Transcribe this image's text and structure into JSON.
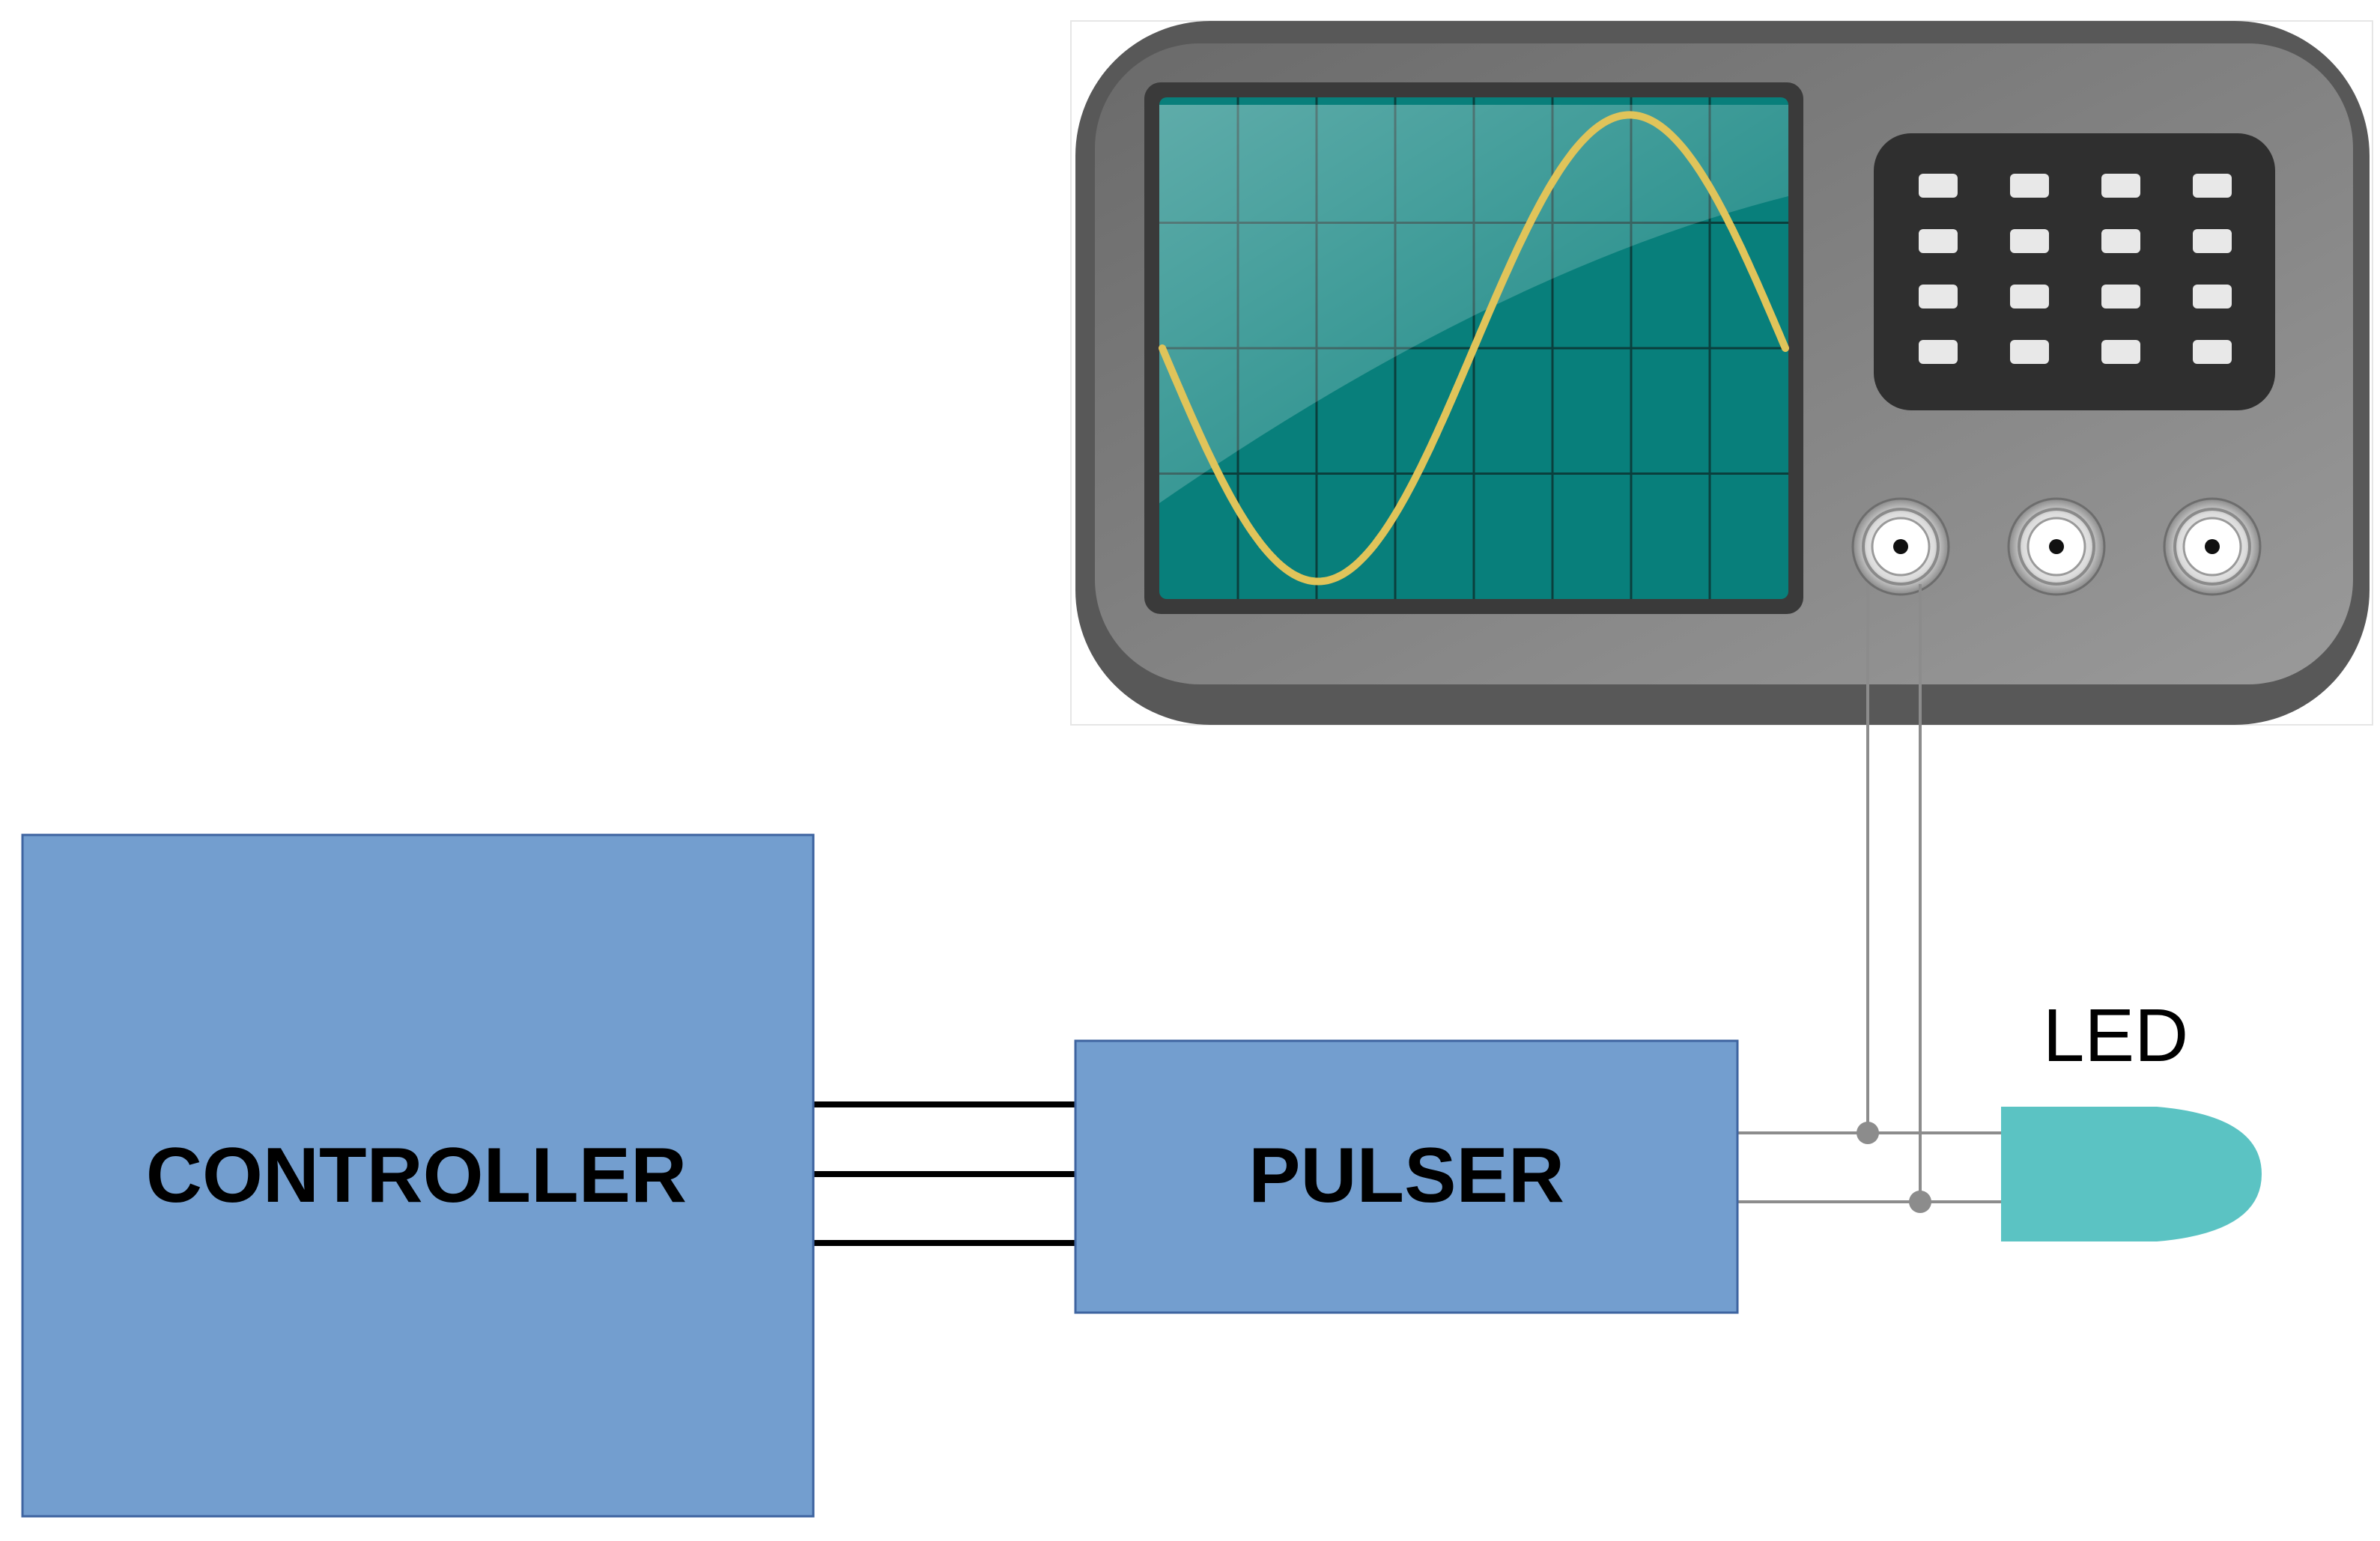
{
  "blocks": {
    "controller": {
      "label": "CONTROLLER"
    },
    "pulser": {
      "label": "PULSER"
    },
    "led": {
      "label": "LED"
    }
  },
  "oscilloscope": {
    "button_rows": 4,
    "button_cols": 4,
    "input_connectors": 3
  },
  "colors": {
    "block_fill": "#739ECF",
    "block_stroke": "#3E64A0",
    "led_fill": "#5BC3C3",
    "scope_body": "#5E5E5E",
    "scope_screen": "#087F7B",
    "trace": "#E0C45A",
    "wire_bus": "#000000",
    "wire_probe": "#8C8C8C"
  }
}
